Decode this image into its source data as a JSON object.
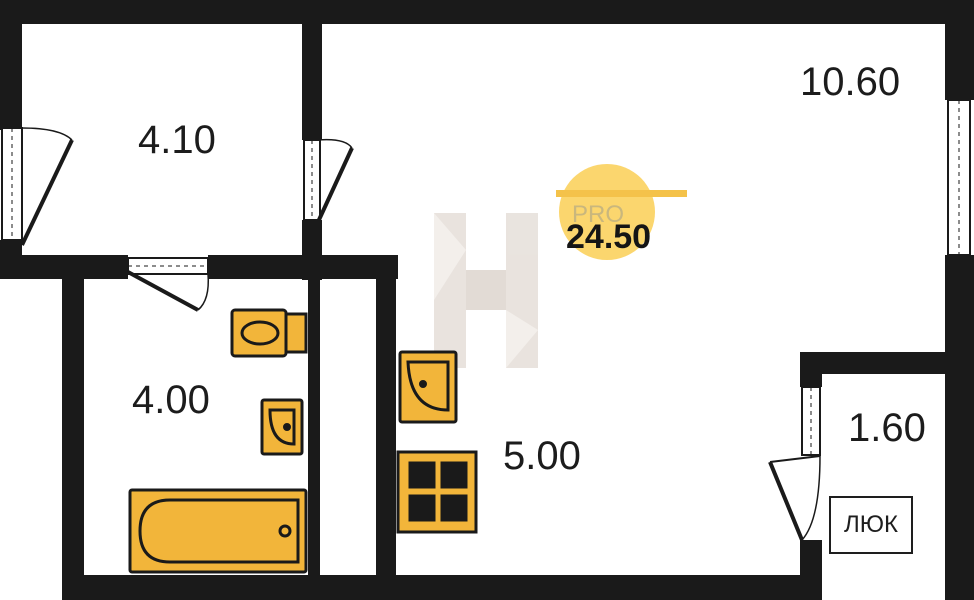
{
  "rooms": {
    "hall": {
      "area": "4.10"
    },
    "main_room": {
      "area": "10.60"
    },
    "bathroom": {
      "area": "4.00"
    },
    "kitchen": {
      "area": "5.00"
    },
    "storage": {
      "area": "1.60"
    }
  },
  "total": {
    "area": "24.50",
    "badge": "PRO"
  },
  "hatch": {
    "label": "ЛЮК"
  },
  "colors": {
    "wall": "#1a1a1a",
    "fixture": "#f2b53a",
    "badge": "#fbd25e",
    "watermark": "#d9d0c8"
  },
  "icons": [
    "door-icon",
    "window-icon",
    "toilet-icon",
    "sink-icon",
    "bathtub-icon",
    "stove-icon",
    "logo-icon"
  ]
}
